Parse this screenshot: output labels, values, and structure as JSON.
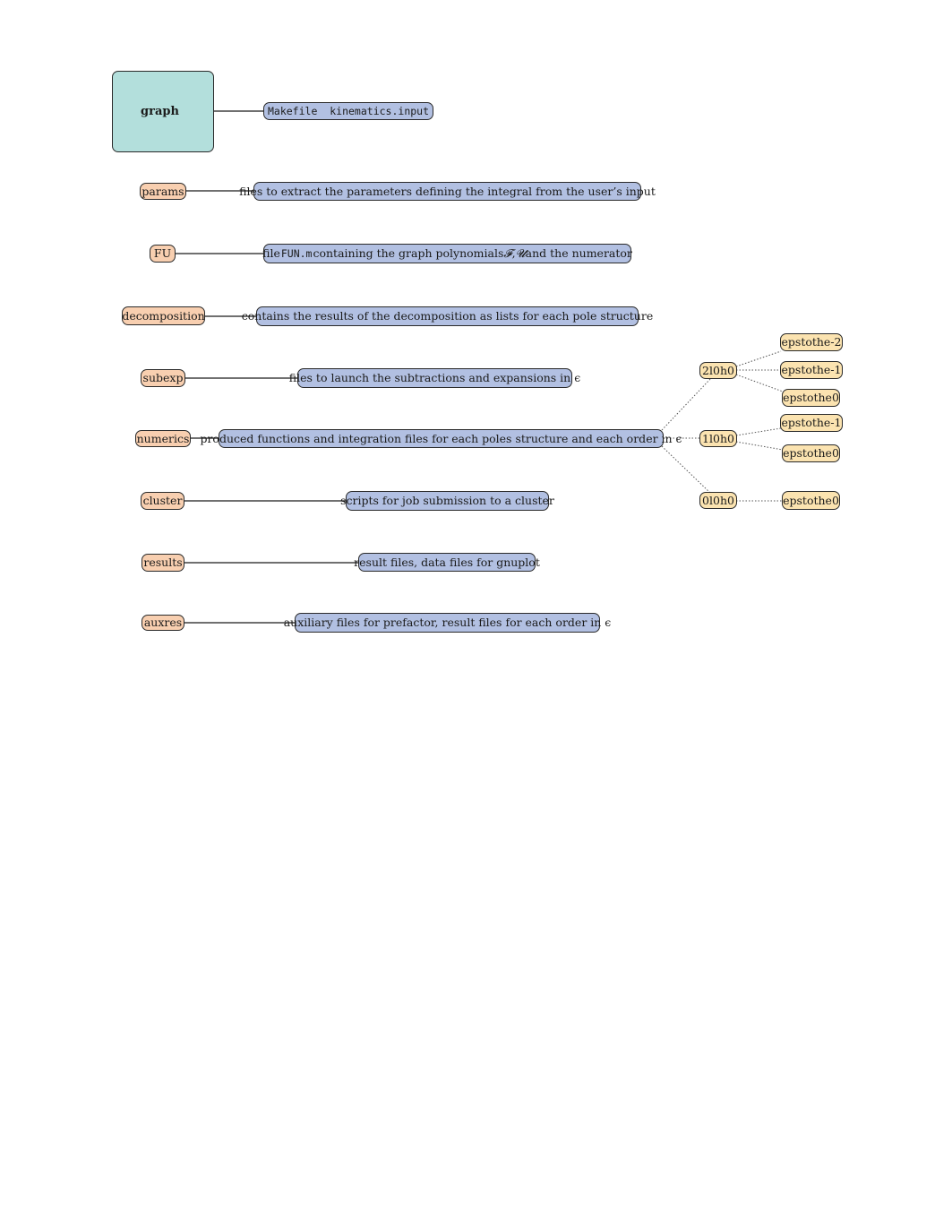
{
  "root": {
    "label": "graph",
    "files": {
      "file1": "Makefile",
      "file2": "kinematics.input"
    }
  },
  "directories": [
    {
      "id": "params",
      "label": "params",
      "desc": "files to extract the parameters defining the integral from the user’s input"
    },
    {
      "id": "FU",
      "label": "FU",
      "desc_parts": {
        "pre": "file ",
        "code": "FUN.m",
        "mid": " containing the graph polynomials ",
        "sym1": "𝓕",
        "sep": ", ",
        "sym2": "𝓤",
        "post": " and the numerator"
      }
    },
    {
      "id": "decomposition",
      "label": "decomposition",
      "desc": "contains the results of the decomposition as lists for each pole structure"
    },
    {
      "id": "subexp",
      "label": "subexp",
      "desc": "files to launch the subtractions and expansions in ϵ"
    },
    {
      "id": "numerics",
      "label": "numerics",
      "desc": "produced functions and integration files for each poles structure and each order in ϵ"
    },
    {
      "id": "cluster",
      "label": "cluster",
      "desc": "scripts for job submission to a cluster"
    },
    {
      "id": "results",
      "label": "results",
      "desc": "result files, data files for gnuplot"
    },
    {
      "id": "auxres",
      "label": "auxres",
      "desc": "auxiliary files for prefactor, result files for each order in ϵ"
    }
  ],
  "numerics_tree": [
    {
      "label": "2l0h0",
      "children": [
        "epstothe-2",
        "epstothe-1",
        "epstothe0"
      ]
    },
    {
      "label": "1l0h0",
      "children": [
        "epstothe-1",
        "epstothe0"
      ]
    },
    {
      "label": "0l0h0",
      "children": [
        "epstothe0"
      ]
    }
  ],
  "colors": {
    "root": "#b3dfdc",
    "dir": "#f8cfb0",
    "desc": "#b2c0e2",
    "sub": "#fbe3b0"
  }
}
